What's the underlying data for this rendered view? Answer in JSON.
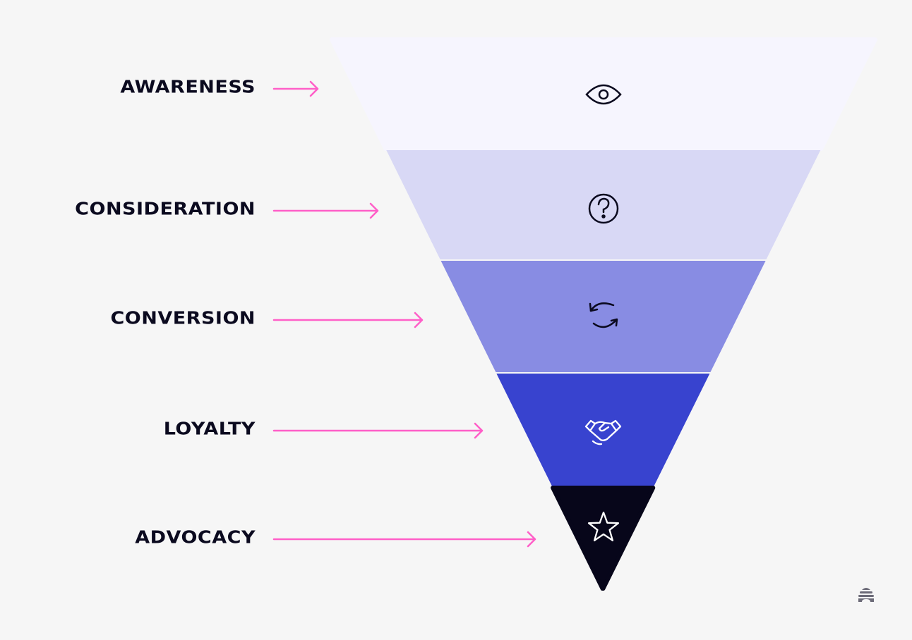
{
  "title": "Customer funnel",
  "stages": [
    {
      "label": "AWARENESS",
      "icon": "eye-icon",
      "color": "#f6f5fe"
    },
    {
      "label": "CONSIDERATION",
      "icon": "question-icon",
      "color": "#d8d8f5"
    },
    {
      "label": "CONVERSION",
      "icon": "refresh-icon",
      "color": "#888ce3"
    },
    {
      "label": "LOYALTY",
      "icon": "handshake-icon",
      "color": "#3843cf"
    },
    {
      "label": "ADVOCACY",
      "icon": "star-icon",
      "color": "#07061a"
    }
  ],
  "arrow_color": "#ff5fc8",
  "logo": "beehive-logo"
}
